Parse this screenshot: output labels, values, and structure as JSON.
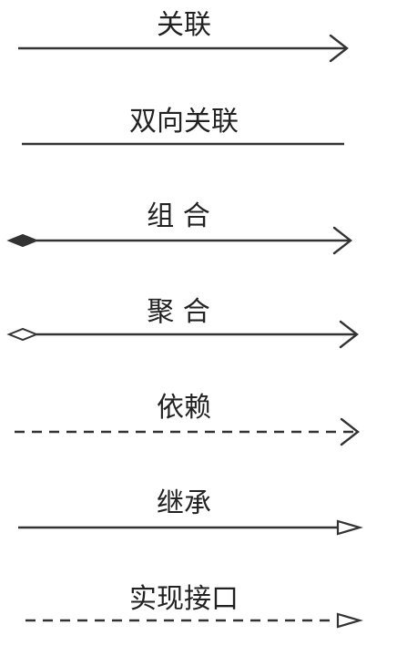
{
  "colors": {
    "line": "#333333",
    "text": "#222222",
    "background": "#ffffff"
  },
  "relations": [
    {
      "label": "关联",
      "line_style": "solid",
      "start_marker": "none",
      "end_marker": "open-arrow"
    },
    {
      "label": "双向关联",
      "line_style": "solid",
      "start_marker": "none",
      "end_marker": "none"
    },
    {
      "label": "组 合",
      "line_style": "solid",
      "start_marker": "filled-diamond",
      "end_marker": "open-arrow"
    },
    {
      "label": "聚 合",
      "line_style": "solid",
      "start_marker": "hollow-diamond",
      "end_marker": "open-arrow"
    },
    {
      "label": "依赖",
      "line_style": "dashed",
      "start_marker": "none",
      "end_marker": "open-arrow"
    },
    {
      "label": "继承",
      "line_style": "solid",
      "start_marker": "none",
      "end_marker": "hollow-triangle"
    },
    {
      "label": "实现接口",
      "line_style": "dashed",
      "start_marker": "none",
      "end_marker": "hollow-triangle"
    }
  ]
}
